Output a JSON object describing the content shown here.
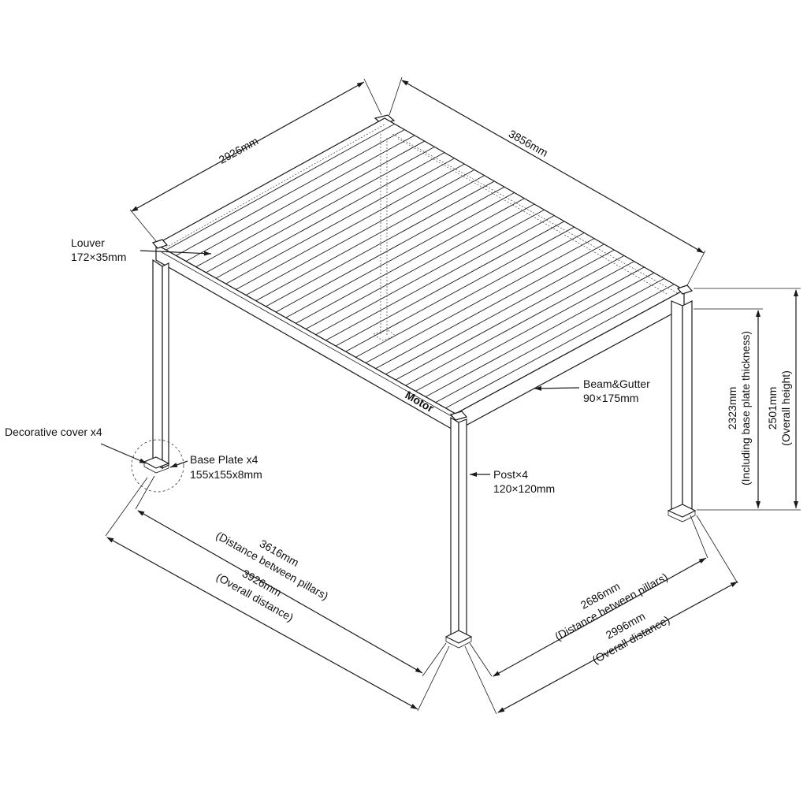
{
  "labels": {
    "louver_name": "Louver",
    "louver_size": "172×35mm",
    "beam_name": "Beam&Gutter",
    "beam_size": "90×175mm",
    "motor": "Motor",
    "decorative_cover": "Decorative cover x4",
    "base_plate_name": "Base Plate x4",
    "base_plate_size": "155x155x8mm",
    "post_name": "Post×4",
    "post_size": "120×120mm"
  },
  "dimensions": {
    "top_left": "2926mm",
    "top_right": "3856mm",
    "height_inner_value": "2323mm",
    "height_inner_note": "(Including base plate thickness)",
    "height_outer_value": "2501mm",
    "height_outer_note": "(Overall height)",
    "bottom_left_inner_value": "3616mm",
    "bottom_left_inner_note": "(Distance between pillars)",
    "bottom_left_outer_value": "3926mm",
    "bottom_left_outer_note": "(Overall distance)",
    "bottom_right_inner_value": "2686mm",
    "bottom_right_inner_note": "(Distance between pillars)",
    "bottom_right_outer_value": "2996mm",
    "bottom_right_outer_note": "(Overall distance)"
  },
  "louver_count": 30
}
